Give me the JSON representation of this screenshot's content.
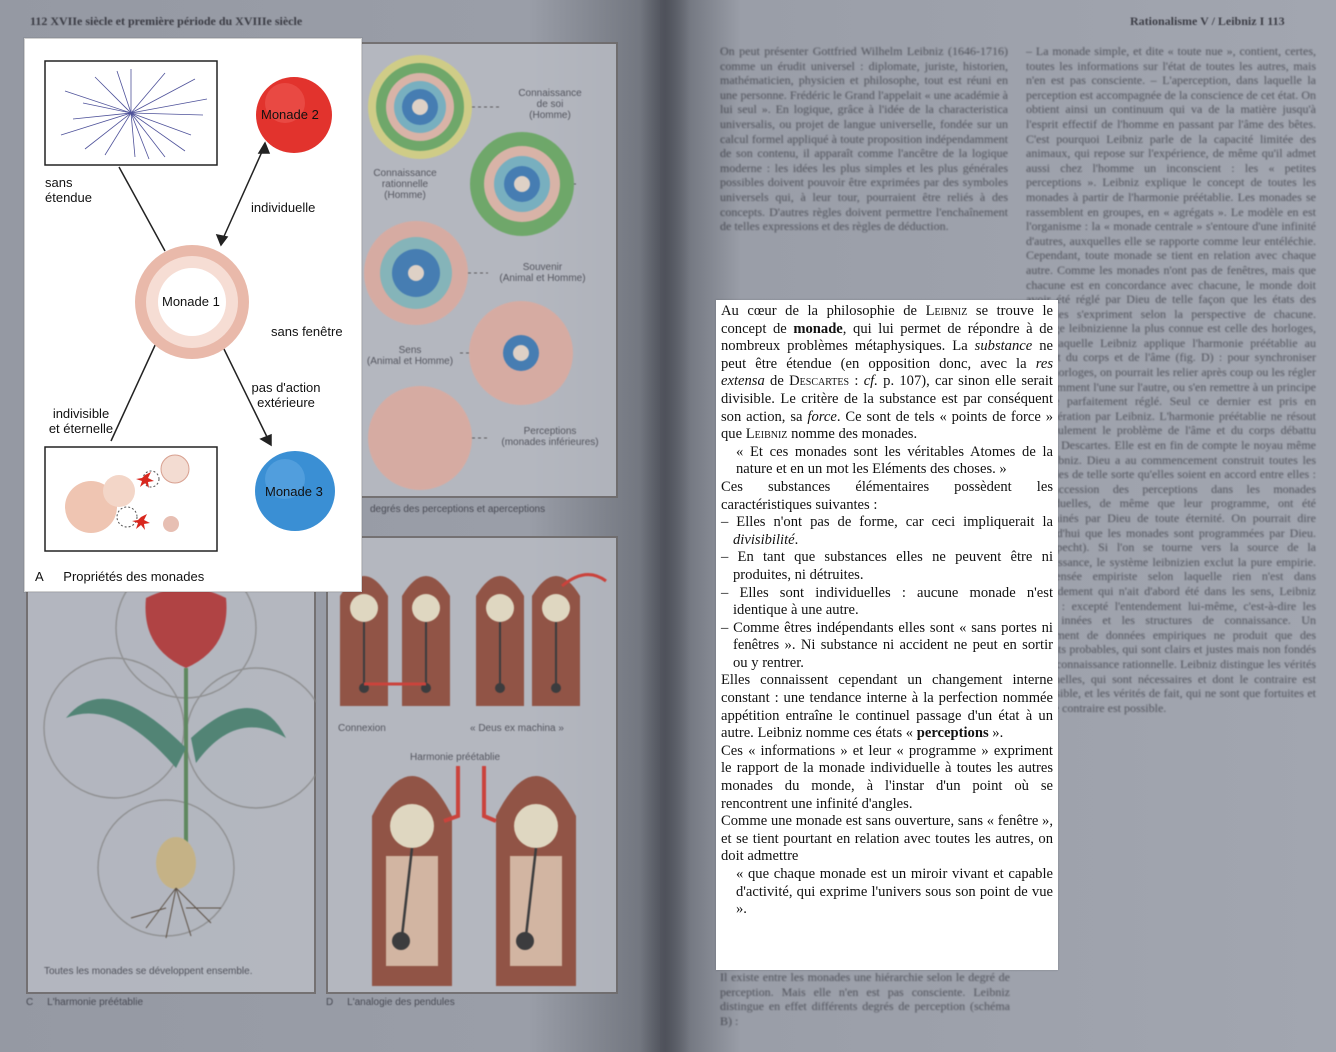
{
  "left_page": {
    "running_head": "112 XVIIe siècle et première période du XVIIIe siècle",
    "figure_A": {
      "monade1": "Monade 1",
      "monade2": "Monade 2",
      "monade3": "Monade 3",
      "label_sans_etendue": [
        "sans",
        "étendue"
      ],
      "label_individuelle": "individuelle",
      "label_sans_fenetre": "sans fenêtre",
      "label_pas_action": [
        "pas d'action",
        "extérieure"
      ],
      "label_indivisible": [
        "indivisible",
        "et éternelle"
      ],
      "caption_letter": "A",
      "caption_text": "Propriétés des monades",
      "colors": {
        "monade2": "#e2332d",
        "monade3": "#3a8fd4",
        "monade1_outer": "#e9b9aa",
        "star": "#d8271e"
      }
    },
    "figure_B": {
      "rings": [
        {
          "label": [
            "Connaissance",
            "de soi",
            "(Homme)"
          ]
        },
        {
          "label": [
            "Connaissance",
            "rationnelle",
            "(Homme)"
          ]
        },
        {
          "label": [
            "Souvenir",
            "(Animal et Homme)"
          ]
        },
        {
          "label": [
            "Sens",
            "(Animal et Homme)"
          ]
        },
        {
          "label": [
            "Perceptions",
            "(monades inférieures)"
          ]
        }
      ],
      "caption": "degrés des perceptions et aperceptions"
    },
    "figure_C": {
      "note": "Toutes les monades se développent ensemble.",
      "caption_letter": "C",
      "caption_text": "L'harmonie préétablie"
    },
    "figure_D": {
      "label_connexion": "Connexion",
      "label_deus": "« Deus ex machina »",
      "label_harmonie": "Harmonie préétablie",
      "caption_letter": "D",
      "caption_text": "L'analogie des pendules"
    }
  },
  "right_page": {
    "running_head": "Rationalisme V / Leibniz I   113",
    "background_col1": "On peut présenter Gottfried Wilhelm Leibniz (1646-1716) comme un érudit universel : diplomate, juriste, historien, mathématicien, physicien et philosophe, tout est réuni en une personne. Frédéric le Grand l'appelait « une académie à lui seul ». En logique, grâce à l'idée de la characteristica universalis, ou projet de langue universelle, fondée sur un calcul formel appliqué à toute proposition indépendamment de son contenu, il apparaît comme l'ancêtre de la logique moderne : les idées les plus simples et les plus générales possibles doivent pouvoir être exprimées par des symboles universels qui, à leur tour, pourraient être reliés à des concepts. D'autres règles doivent permettre l'enchaînement de telles expressions et des règles de déduction.",
    "background_col2": "– La monade simple, et dite « toute nue », contient, certes, toutes les informations sur l'état de toutes les autres, mais n'en est pas consciente. – L'aperception, dans laquelle la perception est accompagnée de la conscience de cet état. On obtient ainsi un continuum qui va de la matière jusqu'à l'esprit effectif de l'homme en passant par l'âme des bêtes. C'est pourquoi Leibniz parle de la capacité limitée des animaux, qui repose sur l'expérience, de même qu'il admet aussi chez l'homme un inconscient : les « petites perceptions ». Leibniz explique le concept de toutes les monades à partir de l'harmonie préétablie. Les monades se rassemblent en groupes, en « agrégats ». Le modèle en est l'organisme : la « monade centrale » s'entoure d'une infinité d'autres, auxquelles elle se rapporte comme leur entéléchie. Cependant, toute monade se tient en relation avec chaque autre. Comme les monades n'ont pas de fenêtres, mais que chacune est en concordance avec chacune, le monde doit avoir été réglé par Dieu de telle façon que les états des monades s'expriment selon la perspective de chacune. L'image leibnizienne la plus connue est celle des horloges, dans laquelle Leibniz applique l'harmonie préétablie au rapport du corps et de l'âme (fig. D) : pour synchroniser deux horloges, on pourrait les relier après coup ou les régler constamment l'une sur l'autre, ou s'en remettre à un principe interne parfaitement réglé. Seul ce dernier est pris en considération par Leibniz. L'harmonie préétablie ne résout pas seulement le problème de l'âme et du corps débattu depuis Descartes. Elle est en fin de compte le noyau même de Leibniz. Dieu a au commencement construit toutes les monades de telle sorte qu'elles soient en accord entre elles : la succession des perceptions dans les monades individuelles, de même que leur programme, ont été déterminés par Dieu de toute éternité. On pourrait dire aujourd'hui que les monades sont programmées par Dieu. (R. Specht). Si l'on se tourne vers la source de la connaissance, le système leibnizien exclut la pure empirie. La pensée empiriste selon laquelle rien n'est dans l'entendement qui n'ait d'abord été dans les sens, Leibniz ajoute : excepté l'entendement lui-même, c'est-à-dire les idées innées et les structures de connaissance. Un alignement de données empiriques ne produit que des résultats probables, qui sont clairs et justes mais non fondés sur la connaissance rationnelle. Leibniz distingue les vérités rationnelles, qui sont nécessaires et dont le contraire est impossible, et les vérités de fait, qui ne sont que fortuites et dont le contraire est possible.",
    "background_bottom": "Il existe entre les monades une hiérarchie selon le degré de perception. Mais elle n'en est pas consciente. Leibniz distingue en effet différents degrés de perception (schéma B) :",
    "panel": {
      "p1_a": "Au cœur de la philosophie de",
      "p1_leibniz": "Leibniz",
      "p1_b": "se trouve le concept de",
      "p1_monade": "monade",
      "p1_c": ", qui lui permet de répondre à de nombreux problèmes métaphysiques. La",
      "p1_substance": "substance",
      "p1_d": "ne peut être étendue (en opposition donc, avec la",
      "p1_res": "res extensa",
      "p1_e": "de",
      "p1_descartes": "Descartes",
      "p1_f": ":",
      "p1_cf": "cf.",
      "p1_g": "p. 107), car sinon elle serait divisible. Le critère de la substance est par conséquent son action, sa",
      "p1_force": "force",
      "p1_h": ". Ce sont de tels « points de force » que",
      "p1_leibniz2": "Leibniz",
      "p1_i": "nomme des monades.",
      "quote1": "« Et ces monades sont les véritables Atomes de la nature et en un mot les Eléments des choses. »",
      "p2": "Ces substances élémentaires possèdent les caractéristiques suivantes :",
      "li1_a": "– Elles n'ont pas de forme, car ceci impliquerait la",
      "li1_b": "divisibilité",
      "li1_c": ".",
      "li2": "– En tant que substances elles ne peuvent être ni produites, ni détruites.",
      "li3": "– Elles sont individuelles : aucune monade n'est identique à une autre.",
      "li4": "– Comme êtres indépendants elles sont « sans portes ni fenêtres ». Ni substance ni accident ne peut en sortir ou y rentrer.",
      "p3_a": "Elles connaissent cependant un changement interne constant : une tendance interne à la perfection nommée appétition entraîne le continuel passage d'un état à un autre. Leibniz nomme ces états «",
      "p3_b": "perceptions",
      "p3_c": "».",
      "p4": "Ces « informations » et leur « programme » expriment le rapport de la monade individuelle à toutes les autres monades du monde, à l'instar d'un point où se rencontrent une infinité d'angles.",
      "p5": "Comme une monade est sans ouverture, sans « fenêtre », et se tient pourtant en relation avec toutes les autres, on doit admettre",
      "quote2": "« que chaque monade est un miroir vivant et capable d'activité, qui exprime l'univers sous son point de vue »."
    }
  }
}
